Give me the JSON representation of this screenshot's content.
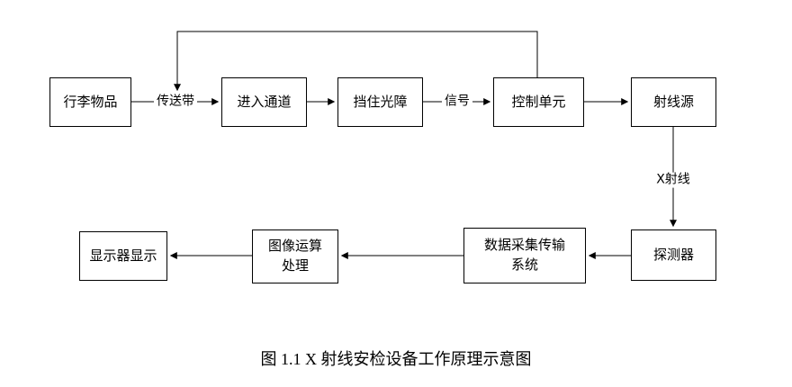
{
  "page": {
    "background_color": "#ffffff",
    "line_color": "#000000",
    "text_color": "#000000"
  },
  "nodes": [
    {
      "id": "luggage",
      "label": "行李物品"
    },
    {
      "id": "enter-channel",
      "label": "进入通道"
    },
    {
      "id": "light-barrier",
      "label": "挡住光障"
    },
    {
      "id": "control-unit",
      "label": "控制单元"
    },
    {
      "id": "ray-source",
      "label": "射线源"
    },
    {
      "id": "display",
      "label": "显示器显示"
    },
    {
      "id": "image-processing",
      "label": "图像运算\n处理"
    },
    {
      "id": "data-acquisition",
      "label": "数据采集传输\n系统"
    },
    {
      "id": "detector",
      "label": "探测器"
    }
  ],
  "edge_labels": {
    "conveyor": "传送带",
    "signal": "信号",
    "xray": "X射线"
  },
  "caption": {
    "text": "图 1.1 X 射线安检设备工作原理示意图"
  }
}
